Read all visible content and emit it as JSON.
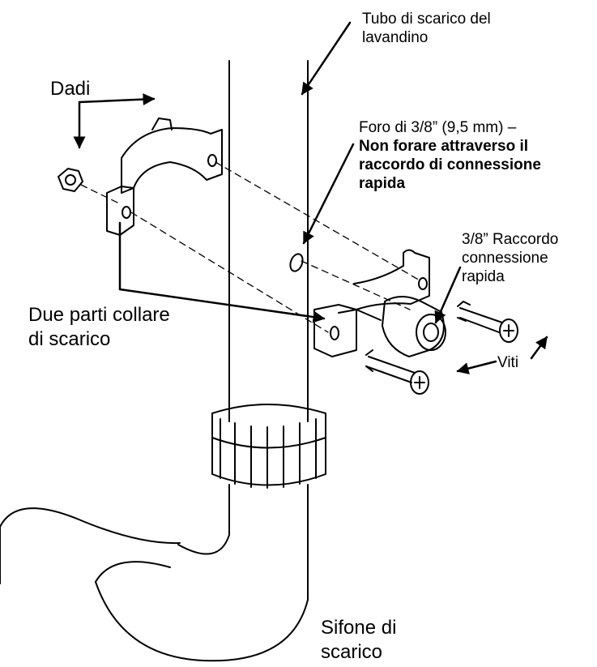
{
  "labels": {
    "tubo_line1": "Tubo di scarico del",
    "tubo_line2": "lavandino",
    "dadi": "Dadi",
    "foro_line1": "Foro di 3/8” (9,5 mm) –",
    "foro_line2": "Non forare attraverso il",
    "foro_line3": "raccordo di connessione",
    "foro_line4": "rapida",
    "raccordo_line1": "3/8” Raccordo",
    "raccordo_line2": "connessione",
    "raccordo_line3": "rapida",
    "collare_line1": "Due parti collare",
    "collare_line2": "di scarico",
    "viti": "Viti",
    "sifone_line1": "Sifone di",
    "sifone_line2": "scarico"
  },
  "colors": {
    "line": "#000000",
    "background": "#ffffff"
  }
}
